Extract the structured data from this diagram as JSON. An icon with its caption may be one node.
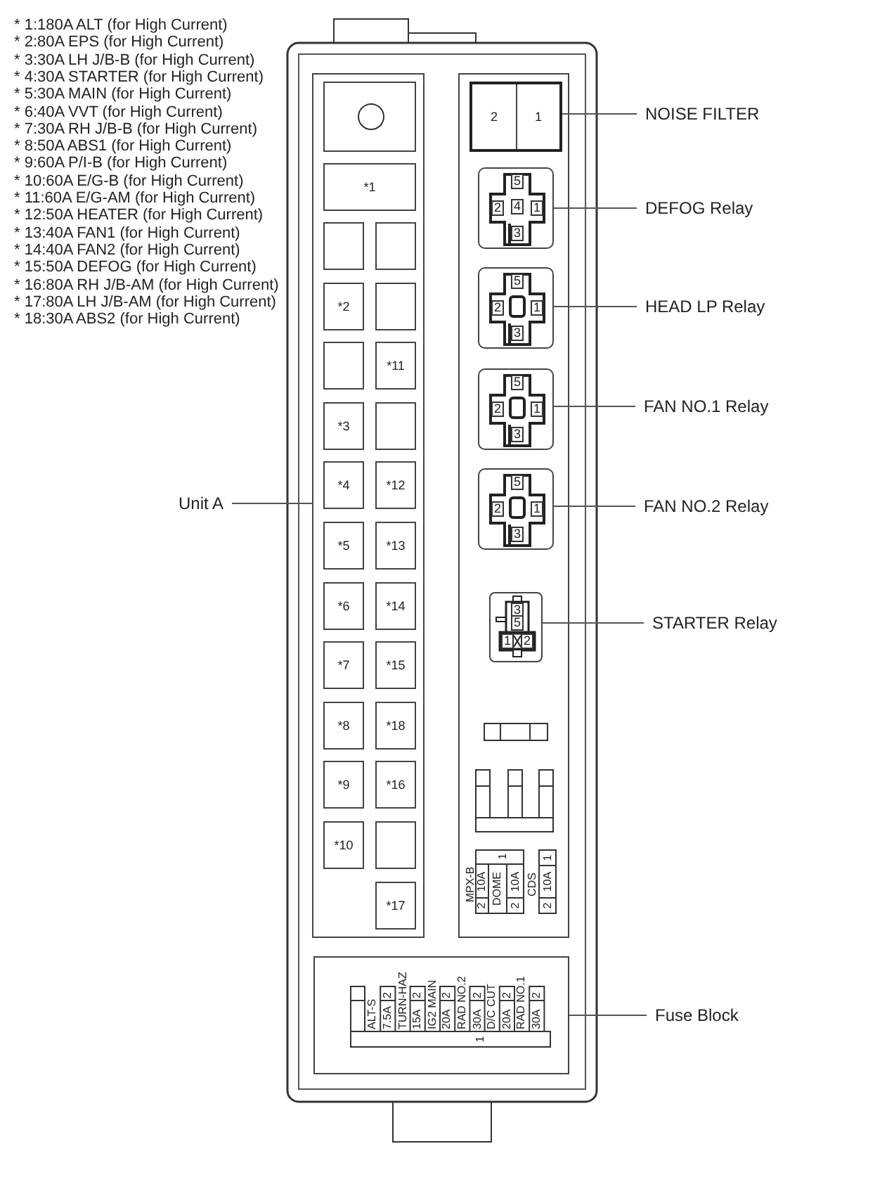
{
  "diagram": {
    "nodes": [
      {
        "text": [
          "Unit A"
        ]
      },
      {
        "text": [],
        "shape": "box"
      },
      {
        "text": [],
        "shape": "box",
        "in": 1
      },
      {
        "text": [
          "*1"
        ],
        "in": 1
      },
      {
        "text": [],
        "shape": "box",
        "in": 1
      },
      {
        "text": [],
        "shape": "box",
        "in": 1
      },
      {
        "text": [
          "*2"
        ],
        "in": 1
      },
      {
        "text": [],
        "shape": "box",
        "in": 1
      },
      {
        "text": [],
        "shape": "box",
        "in": 1
      },
      {
        "text": [
          "*11"
        ],
        "in": 1
      },
      {
        "text": [
          "*3"
        ],
        "in": 1
      },
      {
        "text": [],
        "shape": "box",
        "in": 1
      },
      {
        "text": [
          "*4"
        ],
        "in": 1
      },
      {
        "text": [
          "*12"
        ],
        "in": 1
      },
      {
        "text": [
          "*5"
        ],
        "in": 1
      },
      {
        "text": [
          "*13"
        ],
        "in": 1
      },
      {
        "text": [
          "*6"
        ],
        "in": 1
      },
      {
        "text": [
          "*14"
        ],
        "in": 1
      },
      {
        "text": [
          "*7"
        ],
        "in": 1
      },
      {
        "text": [
          "*15"
        ],
        "in": 1
      },
      {
        "text": [
          "*8"
        ],
        "in": 1
      },
      {
        "text": [
          "*18"
        ],
        "in": 1
      },
      {
        "text": [
          "*9"
        ],
        "in": 1
      },
      {
        "text": [
          "*16"
        ],
        "in": 1
      },
      {
        "text": [
          "*10"
        ],
        "in": 1
      },
      {
        "text": [],
        "shape": "box",
        "in": 1
      },
      {
        "text": [
          "*17"
        ],
        "in": 1
      },
      {
        "text": [],
        "shape": "box"
      },
      {
        "text": [
          "2",
          "1"
        ],
        "in": 27
      },
      {
        "text": [
          "NOISE FILTER"
        ]
      },
      {
        "text": [
          "5",
          "2",
          "4",
          "1",
          "3"
        ],
        "in": 27
      },
      {
        "text": [
          "DEFOG Relay"
        ]
      },
      {
        "text": [
          "5",
          "2",
          "1",
          "3"
        ],
        "in": 27
      },
      {
        "text": [
          "HEAD LP Relay"
        ]
      },
      {
        "text": [
          "5",
          "2",
          "1",
          "3"
        ],
        "in": 27
      },
      {
        "text": [
          "FAN NO.1 Relay"
        ]
      },
      {
        "text": [
          "5",
          "2",
          "1",
          "3"
        ],
        "in": 27
      },
      {
        "text": [
          "FAN NO.2 Relay"
        ]
      },
      {
        "text": [
          "3",
          "5",
          "1",
          "2"
        ],
        "in": 27
      },
      {
        "text": [
          "STARTER Relay"
        ]
      },
      {
        "text": [
          "MPX-B",
          "2",
          "10A",
          "1",
          "DOME",
          "2",
          "10A",
          "CDS",
          "2",
          "10A",
          "1"
        ],
        "in": 27
      },
      {
        "text": [
          "ALT-S",
          "7.5A",
          "2",
          "TURN-HAZ",
          "15A",
          "2",
          "IG2 MAIN",
          "20A",
          "2",
          "RAD NO.2",
          "30A",
          "2",
          "D/C CUT",
          "20A",
          "2",
          "RAD NO.1",
          "30A",
          "2",
          "1"
        ]
      },
      {
        "text": [
          "Fuse Block"
        ]
      }
    ],
    "edges": [
      {
        "from": 0,
        "to": 1,
        "arrow": "none"
      },
      {
        "from": 29,
        "to": 28,
        "arrow": "none"
      },
      {
        "from": 31,
        "to": 30,
        "arrow": "none"
      },
      {
        "from": 33,
        "to": 32,
        "arrow": "none"
      },
      {
        "from": 35,
        "to": 34,
        "arrow": "none"
      },
      {
        "from": 37,
        "to": 36,
        "arrow": "none"
      },
      {
        "from": 39,
        "to": 38,
        "arrow": "none"
      },
      {
        "from": 42,
        "to": 41,
        "arrow": "none"
      }
    ],
    "labels": [
      "* 1:180A ALT (for High Current)",
      "* 2:80A EPS (for High Current)",
      "* 3:30A LH J/B-B (for High Current)",
      "* 4:30A STARTER (for High Current)",
      "* 5:30A MAIN (for High Current)",
      "* 6:40A VVT (for High Current)",
      "* 7:30A RH J/B-B (for High Current)",
      "* 8:50A ABS1 (for High Current)",
      "* 9:60A P/I-B (for High Current)",
      "* 10:60A E/G-B (for High Current)",
      "* 11:60A E/G-AM (for High Current)",
      "* 12:50A HEATER (for High Current)",
      "* 13:40A FAN1 (for High Current)",
      "* 14:40A FAN2 (for High Current)",
      "* 15:50A DEFOG (for High Current)",
      "* 16:80A RH J/B-AM (for High Current)",
      "* 17:80A LH J/B-AM (for High Current)",
      "* 18:30A ABS2 (for High Current)"
    ]
  }
}
